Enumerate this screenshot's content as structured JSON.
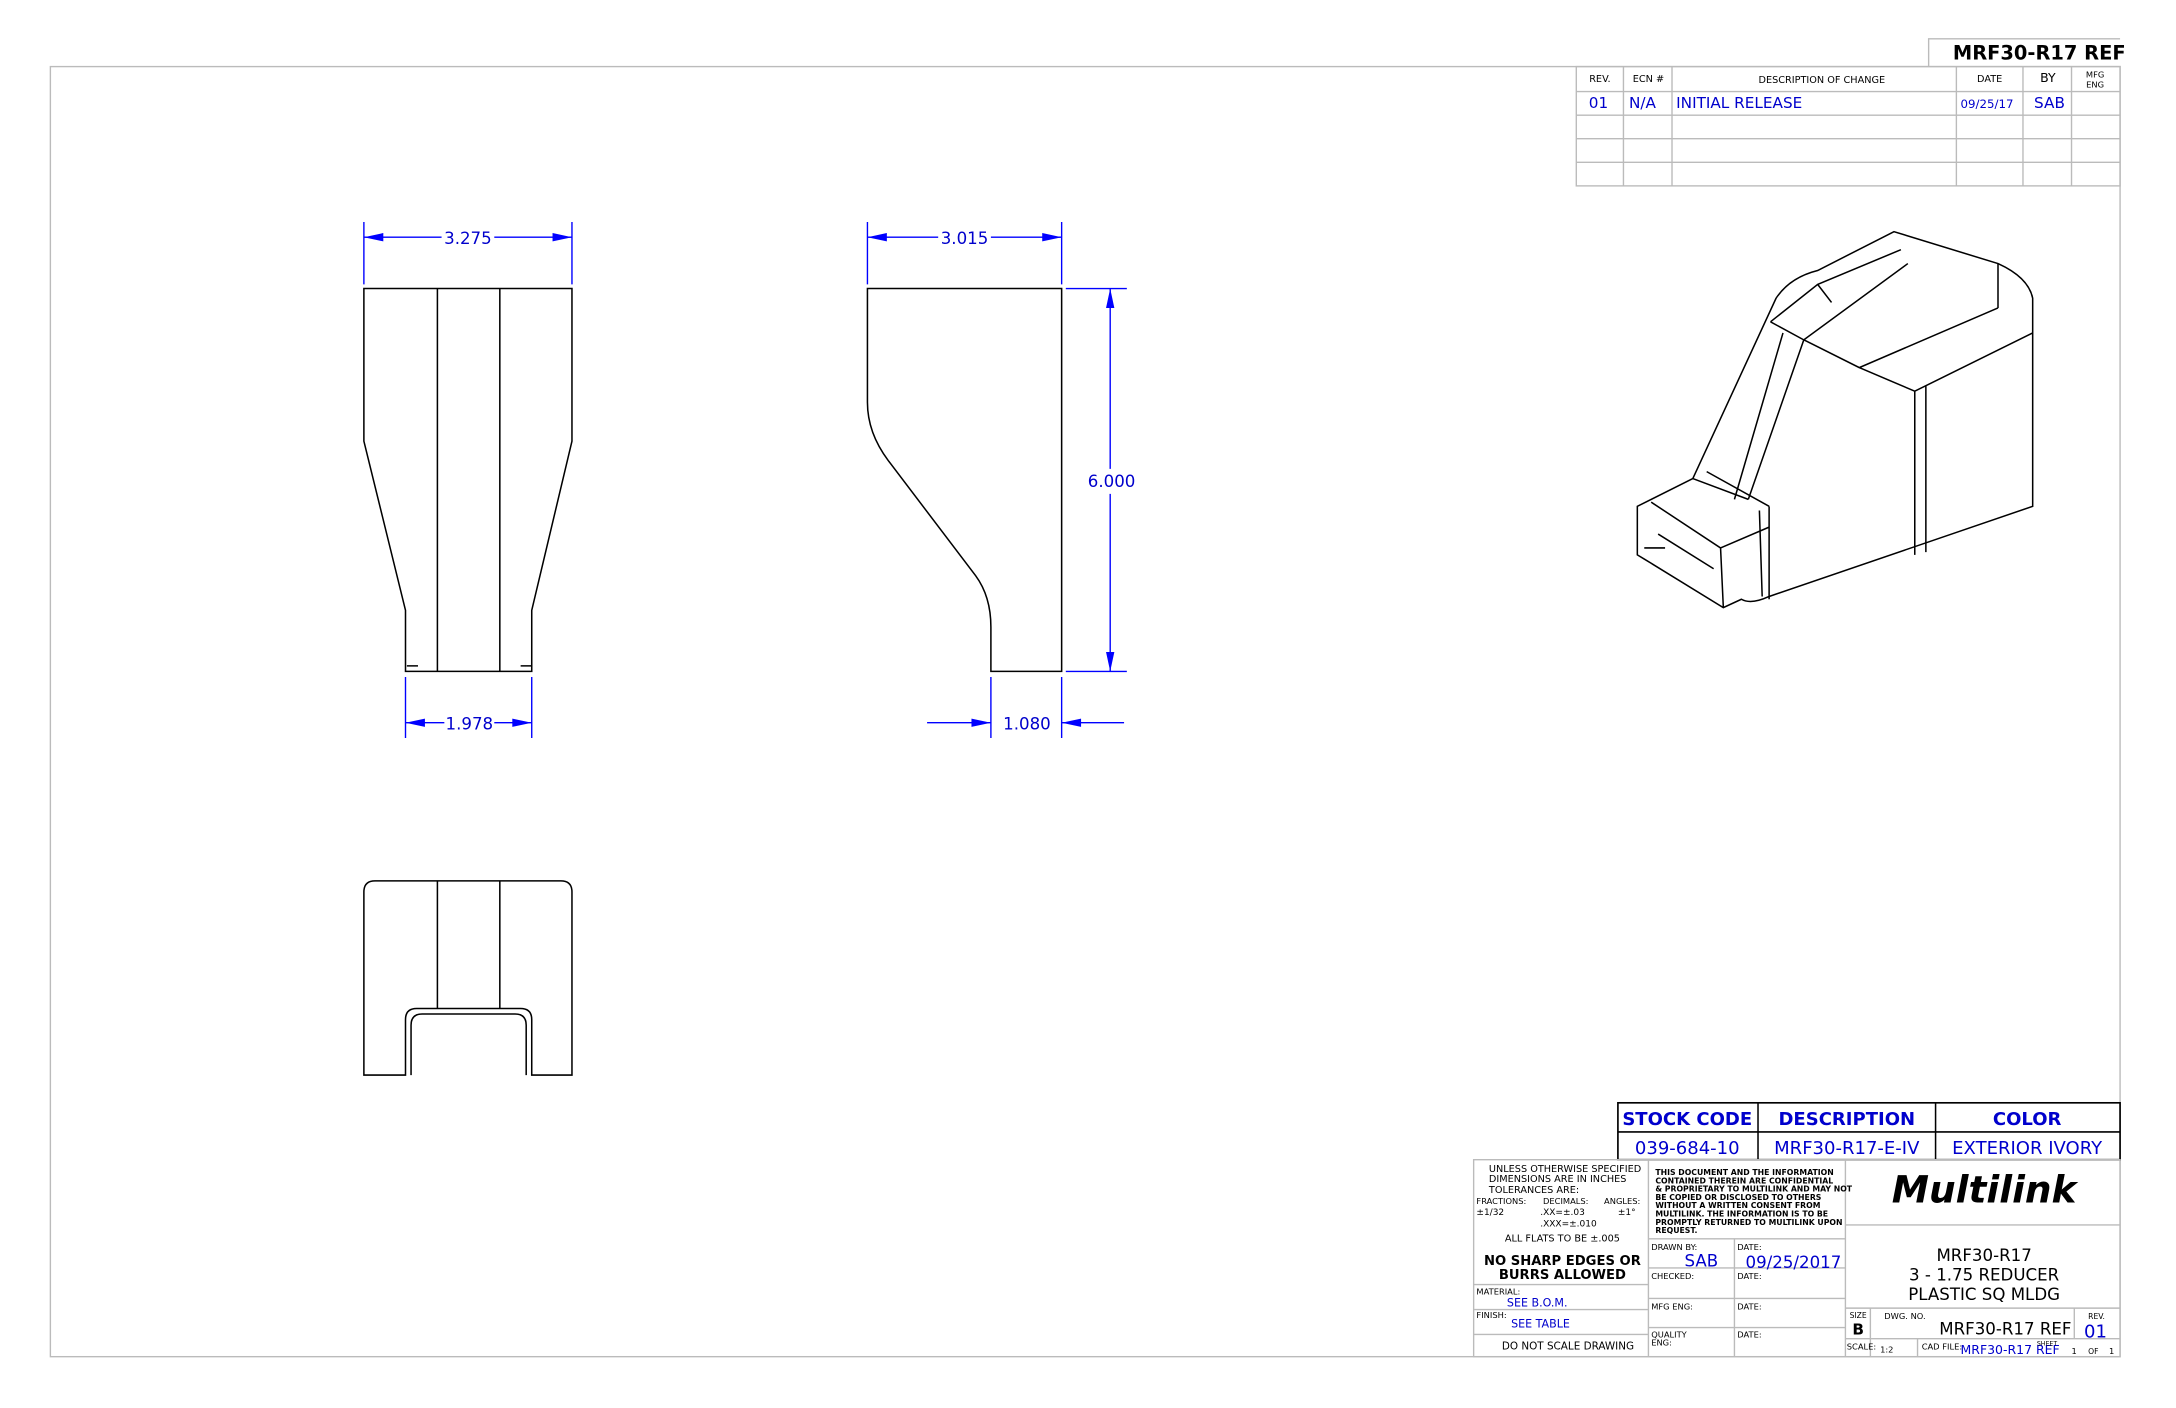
{
  "sheet_title": "MRF30-R17 REF",
  "revision_table": {
    "headers": [
      "REV.",
      "ECN #",
      "DESCRIPTION OF CHANGE",
      "DATE",
      "BY",
      "MFG",
      "ENG"
    ],
    "rows": [
      {
        "rev": "01",
        "ecn": "N/A",
        "description": "INITIAL RELEASE",
        "date": "09/25/17",
        "by": "SAB",
        "mfg_eng": ""
      }
    ]
  },
  "dimensions": {
    "front_width_top": "3.275",
    "front_width_bottom": "1.978",
    "side_width_top": "3.015",
    "side_height": "6.000",
    "side_width_bottom": "1.080"
  },
  "stock_table": {
    "headers": [
      "STOCK CODE",
      "DESCRIPTION",
      "COLOR"
    ],
    "values": [
      "039-684-10",
      "MRF30-R17-E-IV",
      "EXTERIOR IVORY"
    ]
  },
  "title_block": {
    "tolerance_lines": [
      "UNLESS OTHERWISE SPECIFIED",
      "DIMENSIONS ARE IN INCHES",
      "TOLERANCES ARE:"
    ],
    "fractions_label": "FRACTIONS:",
    "fractions_value": "±1/32",
    "decimals_label": "DECIMALS:",
    "decimals_xx": ".XX=±.03",
    "decimals_xxx": ".XXX=±.010",
    "angles_label": "ANGLES:",
    "angles_value": "±1°",
    "flats": "ALL FLATS TO BE ±.005",
    "warning_1": "NO SHARP EDGES OR",
    "warning_2": "BURRS ALLOWED",
    "material_label": "MATERIAL:",
    "material_value": "SEE B.O.M.",
    "finish_label": "FINISH:",
    "finish_value": "SEE TABLE",
    "no_scale": "DO NOT SCALE DRAWING",
    "confidential": [
      "THIS DOCUMENT AND THE INFORMATION",
      "CONTAINED THEREIN ARE CONFIDENTIAL",
      "& PROPRIETARY TO MULTILINK AND MAY NOT",
      "BE COPIED OR DISCLOSED TO OTHERS",
      "WITHOUT A WRITTEN CONSENT FROM",
      "MULTILINK. THE INFORMATION IS TO BE",
      "PROMPTLY RETURNED TO MULTILINK UPON",
      "REQUEST."
    ],
    "drawn_by_label": "DRAWN BY:",
    "drawn_by": "SAB",
    "date_label": "DATE:",
    "drawn_date": "09/25/2017",
    "checked_label": "CHECKED:",
    "mfg_eng_label": "MFG ENG:",
    "quality_label_1": "QUALITY",
    "quality_label_2": "ENG:",
    "logo": "Multilink",
    "part_title": [
      "MRF30-R17",
      "3 - 1.75 REDUCER",
      "PLASTIC SQ MLDG"
    ],
    "size_label": "SIZE",
    "size": "B",
    "dwg_no_label": "DWG. NO.",
    "dwg_no": "MRF30-R17 REF",
    "rev_label": "REV.",
    "rev": "01",
    "scale_label": "SCALE:",
    "scale": "1:2",
    "cad_file_label": "CAD FILE:",
    "cad_file": "MRF30-R17 REF",
    "sheet_label": "SHEET",
    "sheet": "1",
    "of_label": "OF",
    "of": "1"
  }
}
